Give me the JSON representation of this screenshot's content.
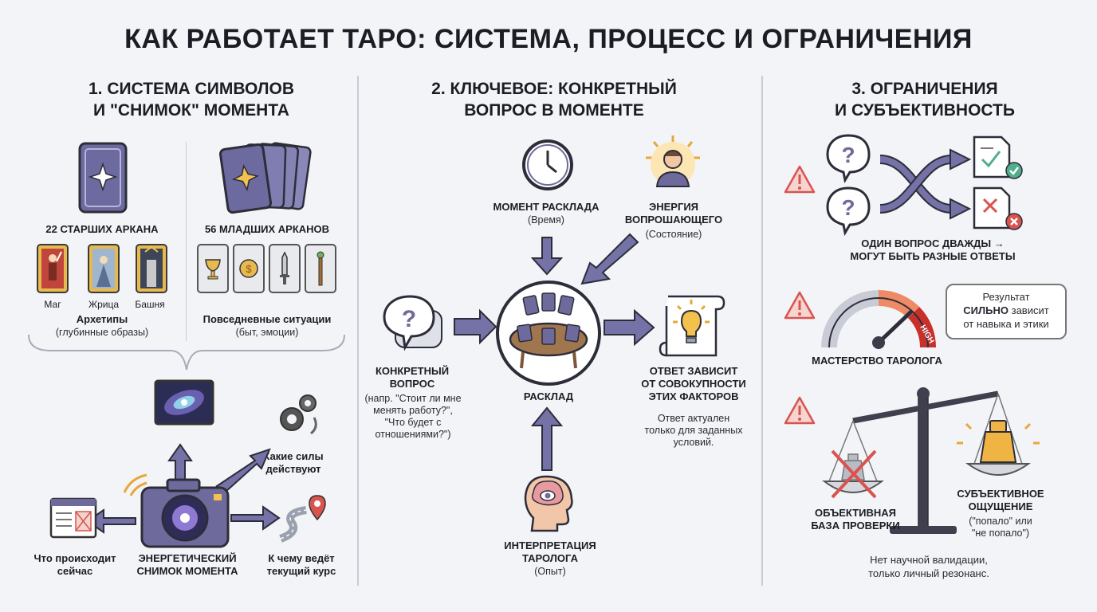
{
  "title": "КАК РАБОТАЕТ ТАРО: СИСТЕМА, ПРОЦЕСС И ОГРАНИЧЕНИЯ",
  "col1": {
    "heading1": "1. СИСТЕМА СИМВОЛОВ",
    "heading2": "И \"СНИМОК\" МОМЕНТА",
    "major_title": "22 СТАРШИХ АРКАНА",
    "minor_title": "56 МЛАДШИХ АРКАНОВ",
    "major_cards": [
      "Маг",
      "Жрица",
      "Башня"
    ],
    "major_desc_1": "Архетипы",
    "major_desc_2": "(глубинные образы)",
    "minor_desc_1": "Повседневные ситуации",
    "minor_desc_2": "(быт, эмоции)",
    "forces_1": "Какие силы",
    "forces_2": "действуют",
    "now_1": "Что происходит",
    "now_2": "сейчас",
    "snapshot_1": "ЭНЕРГЕТИЧЕСКИЙ",
    "snapshot_2": "СНИМОК МОМЕНТА",
    "course_1": "К чему ведёт",
    "course_2": "текущий курс"
  },
  "col2": {
    "heading1": "2. КЛЮЧЕВОЕ: КОНКРЕТНЫЙ",
    "heading2": "ВОПРОС В МОМЕНТЕ",
    "moment_title": "МОМЕНТ РАСКЛАДА",
    "moment_sub": "(Время)",
    "energy_title_1": "ЭНЕРГИЯ",
    "energy_title_2": "ВОПРОШАЮЩЕГО",
    "energy_sub": "(Состояние)",
    "question_title_1": "КОНКРЕТНЫЙ",
    "question_title_2": "ВОПРОС",
    "question_sub_1": "(напр. \"Стоит ли мне",
    "question_sub_2": "менять работу?\",",
    "question_sub_3": "\"Что будет с",
    "question_sub_4": "отношениями?\")",
    "spread_title": "РАСКЛАД",
    "answer_title_1": "ОТВЕТ ЗАВИСИТ",
    "answer_title_2": "ОТ СОВОКУПНОСТИ",
    "answer_title_3": "ЭТИХ ФАКТОРОВ",
    "answer_sub_1": "Ответ актуален",
    "answer_sub_2": "только для заданных",
    "answer_sub_3": "условий.",
    "interp_title_1": "ИНТЕРПРЕТАЦИЯ",
    "interp_title_2": "ТАРОЛОГА",
    "interp_sub": "(Опыт)"
  },
  "col3": {
    "heading1": "3. ОГРАНИЧЕНИЯ",
    "heading2": "И СУБЪЕКТИВНОСТЬ",
    "twice_1": "ОДИН ВОПРОС ДВАЖДЫ →",
    "twice_2": "МОГУТ БЫТЬ РАЗНЫЕ ОТВЕТЫ",
    "result_1": "Результат",
    "result_bold": "СИЛЬНО",
    "result_2": " зависит",
    "result_3": "от навыка и этики",
    "gauge_label": "HIGH",
    "mastery": "МАСТЕРСТВО ТАРОЛОГА",
    "objective_1": "ОБЪЕКТИВНАЯ",
    "objective_2": "БАЗА ПРОВЕРКИ",
    "subjective_1": "СУБЪЕКТИВНОЕ",
    "subjective_2": "ОЩУЩЕНИЕ",
    "subjective_3": "(\"попало\" или",
    "subjective_4": "\"не попало\")",
    "footer_1": "Нет научной валидации,",
    "footer_2": "только личный резонанс."
  },
  "colors": {
    "accent_purple": "#6f6a9c",
    "arrow": "#7472a6",
    "warn_red": "#d9534f",
    "gold": "#e6a83a",
    "ok_green": "#4fae8c"
  }
}
